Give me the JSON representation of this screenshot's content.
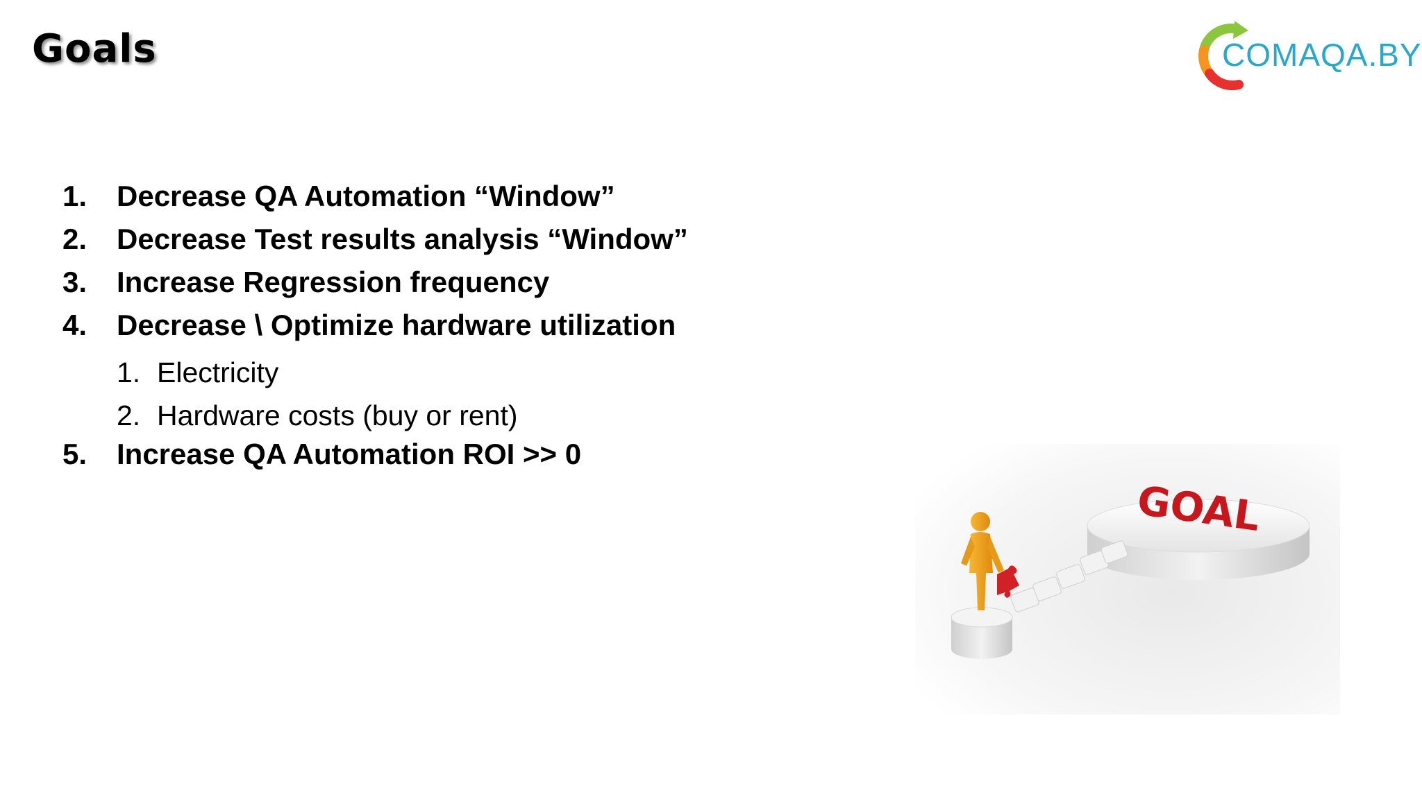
{
  "slide": {
    "title": "Goals"
  },
  "logo": {
    "text": "COMAQA.BY",
    "colors": {
      "green": "#8cc63f",
      "orange": "#f7941d",
      "red": "#e8312f",
      "blue": "#2aa7c9"
    }
  },
  "goals": [
    {
      "number": "1.",
      "text": "Decrease QA Automation “Window”"
    },
    {
      "number": "2.",
      "text": "Decrease Test results analysis “Window”"
    },
    {
      "number": "3.",
      "text": "Increase Regression frequency"
    },
    {
      "number": "4.",
      "text": "Decrease \\ Optimize hardware utilization",
      "sub_items": [
        {
          "number": "1.",
          "text": "Electricity"
        },
        {
          "number": "2.",
          "text": "Hardware costs (buy or rent)"
        }
      ]
    },
    {
      "number": "5.",
      "text": "Increase QA Automation ROI >> 0"
    }
  ],
  "illustration": {
    "label": "GOAL",
    "colors": {
      "figure": "#f5a21c",
      "puzzle_piece": "#d22027",
      "goal_text": "#c8161d"
    }
  }
}
